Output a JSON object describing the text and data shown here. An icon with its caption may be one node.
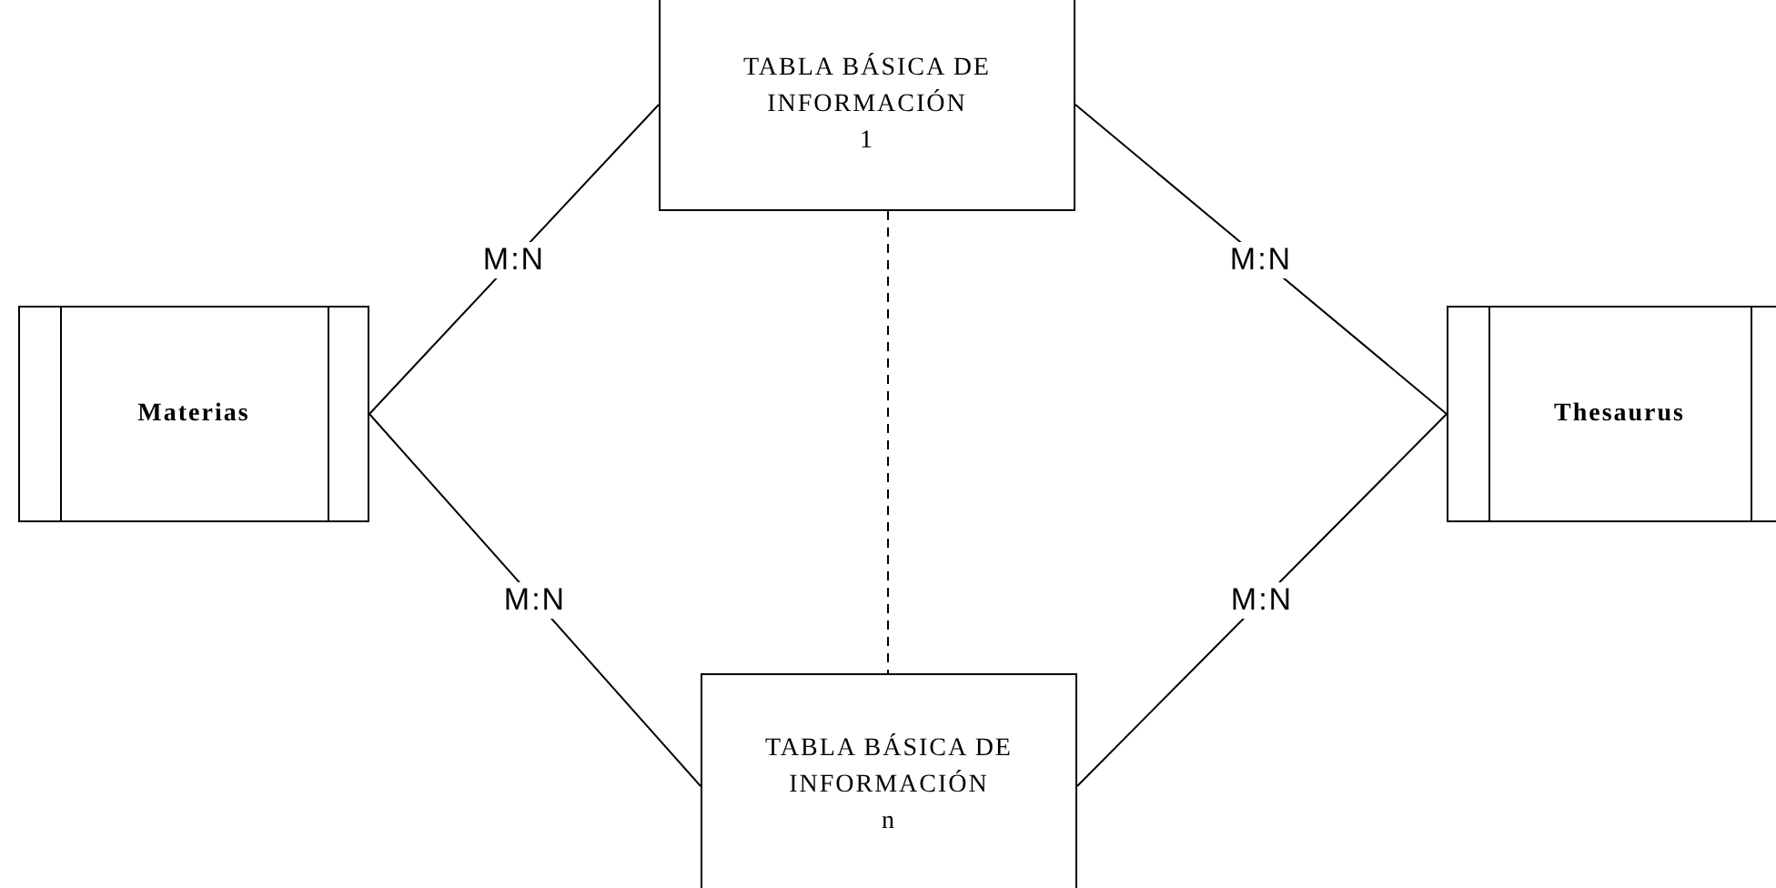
{
  "diagram": {
    "nodes": [
      {
        "text": [
          "TABLA BÁSICA DE INFORMACIÓN",
          "1"
        ]
      },
      {
        "text": [
          "Materias"
        ]
      },
      {
        "text": [
          "Thesaurus"
        ]
      },
      {
        "text": [
          "TABLA BÁSICA DE INFORMACIÓN",
          "n"
        ]
      }
    ],
    "edges": [
      {
        "from": 1,
        "to": 0,
        "arrow": "none",
        "label": "M:N"
      },
      {
        "from": 1,
        "to": 3,
        "arrow": "none",
        "label": "M:N"
      },
      {
        "from": 0,
        "to": 2,
        "arrow": "none",
        "label": "M:N"
      },
      {
        "from": 3,
        "to": 2,
        "arrow": "none",
        "label": "M:N"
      },
      {
        "from": 0,
        "to": 3,
        "arrow": "none",
        "style": "dashed"
      }
    ]
  }
}
